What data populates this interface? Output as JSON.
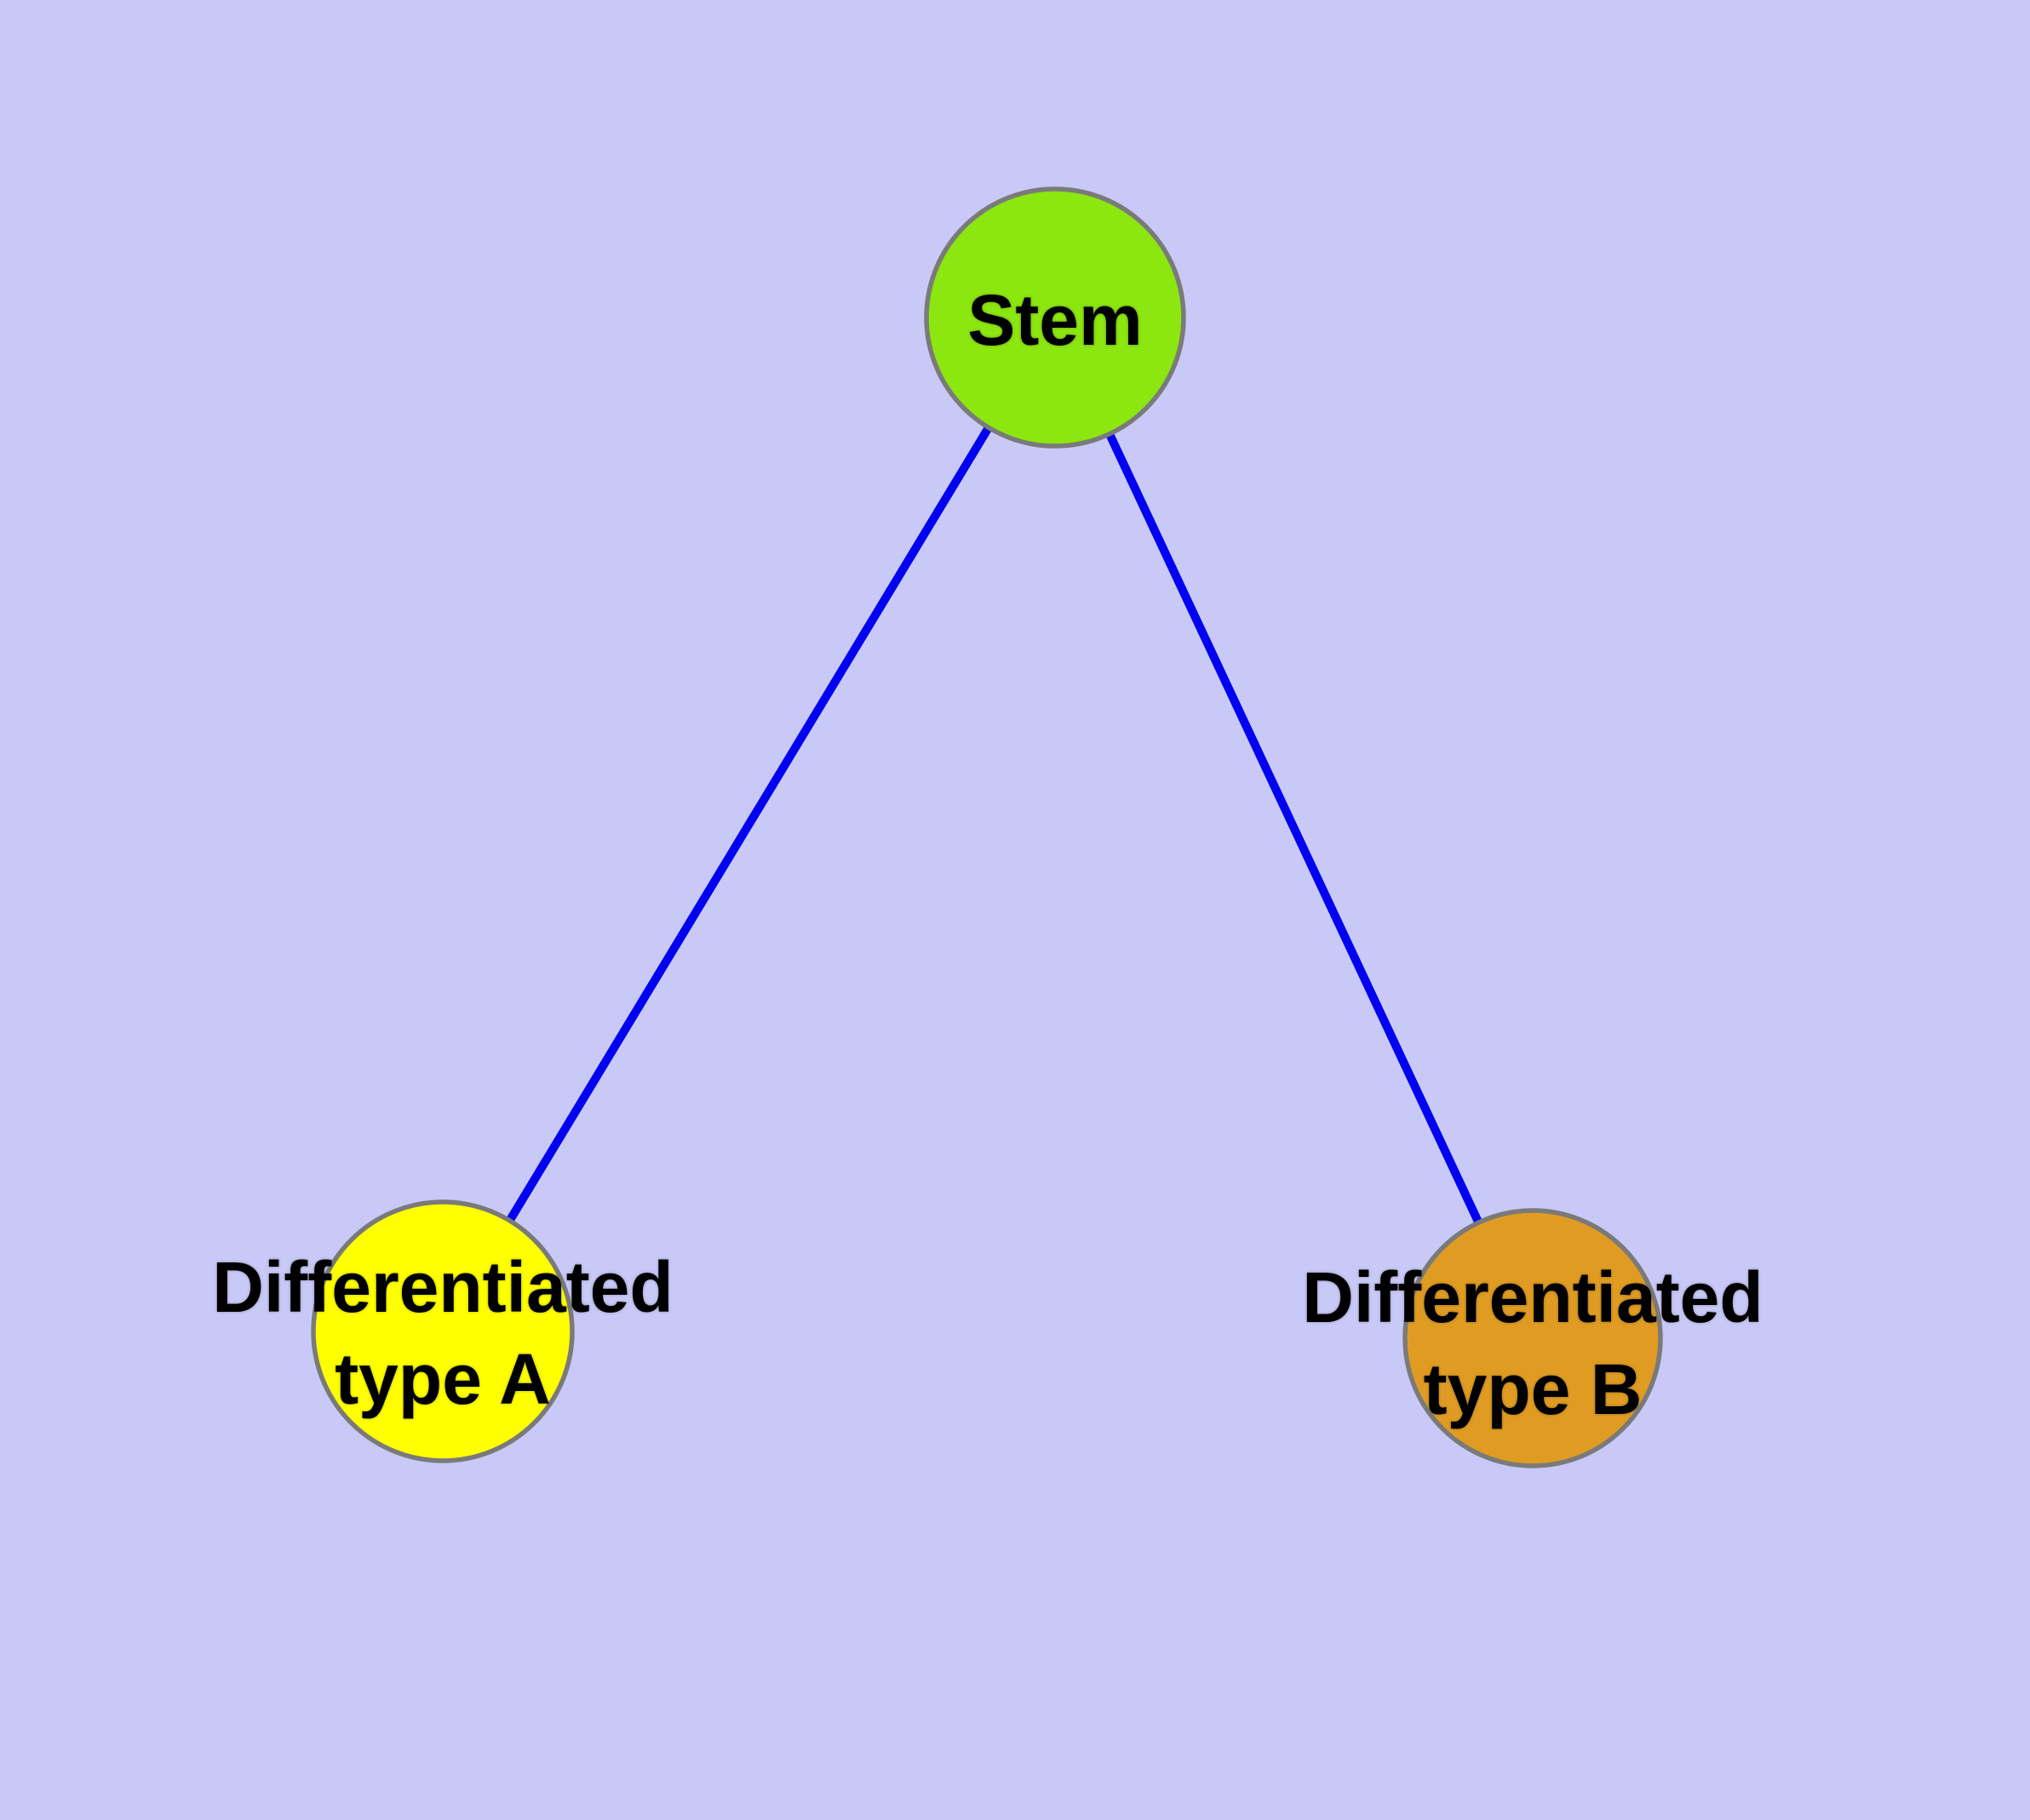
{
  "graph": {
    "background_color": "#c9c9f8",
    "edge_color": "#0202f0",
    "node_border_color": "#7a7a7a",
    "label_color": "#000000",
    "nodes": [
      {
        "id": "stem",
        "lines": [
          "Stem"
        ],
        "fill": "#8ce60f"
      },
      {
        "id": "differentiated-type-a",
        "lines": [
          "Differentiated",
          "type A"
        ],
        "fill": "#ffff00"
      },
      {
        "id": "differentiated-type-b",
        "lines": [
          "Differentiated",
          "type B"
        ],
        "fill": "#e09c22"
      }
    ],
    "edges": [
      {
        "from": "Stem",
        "to": "Differentiated type A"
      },
      {
        "from": "Stem",
        "to": "Differentiated type B"
      }
    ]
  }
}
